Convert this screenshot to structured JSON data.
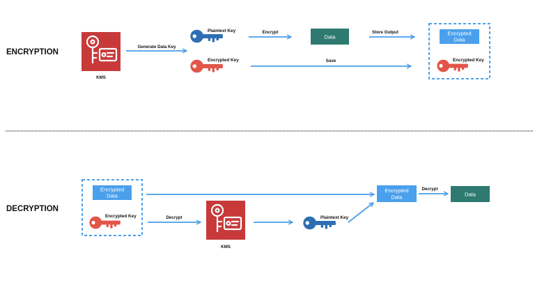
{
  "colors": {
    "kms_red": "#c83a3a",
    "plaintext_key_blue": "#2e6fb3",
    "encrypted_key_red": "#e2564a",
    "data_teal": "#2e7a70",
    "encrypted_data_blue": "#4aa0ec",
    "arrow_blue": "#4a9be8",
    "dashed_border_blue": "#4aa0ec",
    "divider_gray": "#7a7a7a"
  },
  "encryption": {
    "section_label": "ENCRYPTION",
    "kms_label": "KMS",
    "generate_label": "Generate Data Key",
    "plaintext_key_label": "Plaintext Key",
    "encrypted_key_label": "Encrypted Key",
    "encrypt_label": "Encrypt",
    "data_label": "Data",
    "store_output_label": "Store Output",
    "save_label": "Save",
    "output_data_line1": "Encrypted",
    "output_data_line2": "Data",
    "output_key_label": "Encrypted Key"
  },
  "decryption": {
    "section_label": "DECRYPTION",
    "input_data_line1": "Encrypted",
    "input_data_line2": "Data",
    "input_key_label": "Encrypted Key",
    "decrypt_label": "Decrypt",
    "kms_label": "KMS",
    "plaintext_key_label": "Plaintext Key",
    "encrypted_data_line1": "Encrypted",
    "encrypted_data_line2": "Data",
    "decrypt_data_label": "Decrypt",
    "data_label": "Data"
  }
}
